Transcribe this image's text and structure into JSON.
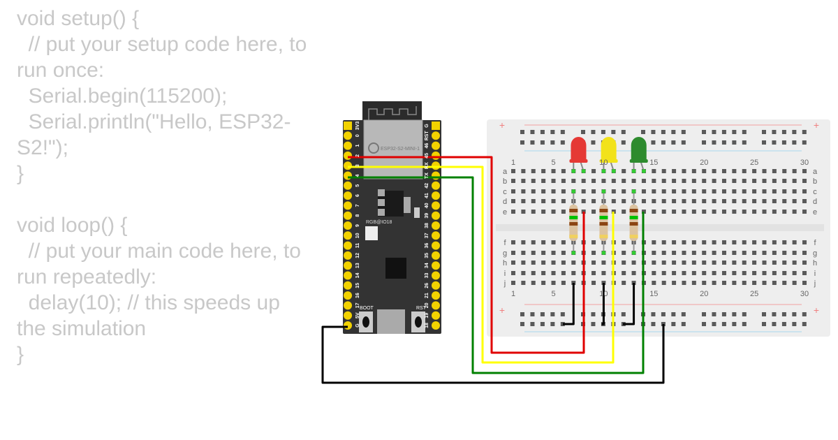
{
  "code_lines": [
    "void setup() {",
    "  // put your setup code here, to run once:",
    "  Serial.begin(115200);",
    "  Serial.println(\"Hello, ESP32-S2!\");",
    "}",
    "",
    "void loop() {",
    "  // put your main code here, to run repeatedly:",
    "  delay(10); // this speeds up the simulation",
    "}"
  ],
  "board": {
    "module_label": "ESP32-S2-MINI-1",
    "rgb_label": "RGB@IO18",
    "boot_label": "BOOT",
    "rst_label": "RST",
    "left_pins": [
      "3V3",
      "0",
      "1",
      "2",
      "3",
      "4",
      "5",
      "6",
      "7",
      "8",
      "9",
      "10",
      "11",
      "12",
      "13",
      "14",
      "15",
      "16",
      "17",
      "5V",
      "G"
    ],
    "right_pins": [
      "G",
      "RST",
      "46",
      "45",
      "RX",
      "TX",
      "42",
      "41",
      "40",
      "39",
      "38",
      "37",
      "36",
      "35",
      "34",
      "33",
      "26",
      "21",
      "20",
      "19",
      "18"
    ]
  },
  "breadboard": {
    "column_labels": [
      "1",
      "5",
      "10",
      "15",
      "20",
      "25",
      "30"
    ],
    "top_rows": [
      "a",
      "b",
      "c",
      "d",
      "e"
    ],
    "bottom_rows": [
      "f",
      "g",
      "h",
      "i",
      "j"
    ],
    "rail_plus": "+"
  },
  "leds": [
    {
      "color": "red",
      "fill": "#e53935"
    },
    {
      "color": "yellow",
      "fill": "#f2e21a"
    },
    {
      "color": "green",
      "fill": "#2e8b2e"
    }
  ],
  "wire_colors": {
    "red": "#e00000",
    "yellow": "#ffff00",
    "green": "#008000",
    "black": "#000000"
  }
}
